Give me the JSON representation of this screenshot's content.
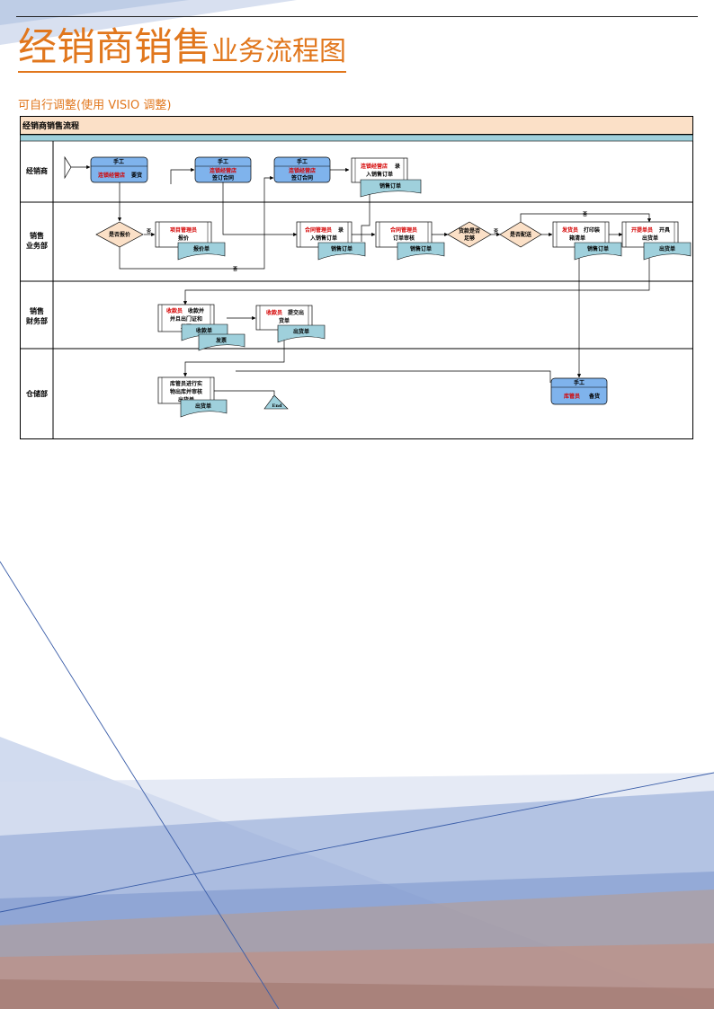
{
  "header": {
    "title_main": "经销商销售",
    "title_sub": "业务流程图",
    "subtitle": "可自行调整(使用 VISIO 调整)"
  },
  "diagram": {
    "header": "经销商销售流程",
    "lanes": {
      "dealer": "经销商",
      "sales_1": "销售",
      "sales_2": "业务部",
      "finance_1": "销售",
      "finance_2": "财务部",
      "warehouse": "仓储部"
    },
    "nodes": {
      "manual": "手工",
      "dealer_order_red": "连锁经营店",
      "dealer_order_black": "要货",
      "sign1_red": "连锁经营店",
      "sign1_black": "签订合同",
      "sign2_red": "连锁经营店",
      "sign2_black": "签订合同",
      "entry_red": "连锁经营店",
      "entry_black_1": "录",
      "entry_black_2": "入销售订单",
      "sales_order_doc": "销售订单",
      "decision_quote": "是否报价",
      "project_red": "项目管理员",
      "project_black": "报价",
      "quote_doc": "报价单",
      "contract_red": "合同管理员",
      "contract_black_1": "录",
      "contract_black_2": "入销售订单",
      "audit_red": "合同管理员",
      "audit_black": "订单审核",
      "decision_payment_1": "货款是否",
      "decision_payment_2": "足够",
      "decision_ship": "是否配送",
      "ship_red": "发货员",
      "ship_black_1": "打印装",
      "ship_black_2": "箱清单",
      "delivery_red": "开提单员",
      "delivery_black_1": "开具",
      "delivery_black_2": "出货单",
      "delivery_doc": "出货单",
      "cashier_red": "收款员",
      "cashier_black_1": "收款并",
      "cashier_black_2": "并且出门证和",
      "cashier_black_3": "发票",
      "receipt_doc": "收款单",
      "invoice_doc": "发票",
      "cashier2_red": "收款员",
      "cashier2_black_1": "提交出",
      "cashier2_black_2": "货单",
      "keeper_1": "库管员进行实",
      "keeper_2": "物出库并审核",
      "keeper_3": "出货单",
      "end": "End",
      "keeper2_red": "库管员",
      "keeper2_black": "备货",
      "no": "否"
    }
  }
}
